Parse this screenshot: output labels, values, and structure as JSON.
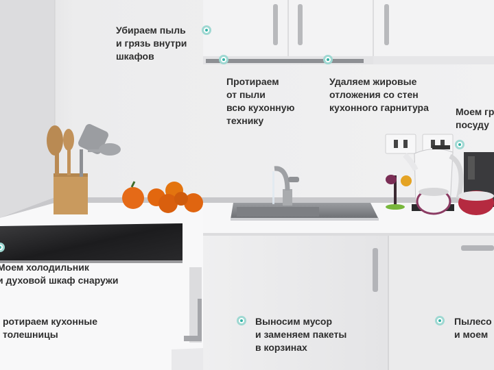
{
  "hotspots": [
    {
      "id": "cabinets-inside",
      "text": "Убираем пыль\nи грязь внутри\nшкафов"
    },
    {
      "id": "appliances",
      "text": "Протираем\nот пыли\nвсю кухонную\nтехнику"
    },
    {
      "id": "grease",
      "text": "Удаляем жировые\nотложения со стен\nкухонного гарнитура"
    },
    {
      "id": "dishes",
      "text": "Моем гр\nпосуду"
    },
    {
      "id": "fridge-oven",
      "text": "Моем холодильник\nи духовой шкаф снаружи"
    },
    {
      "id": "countertops",
      "text": "ротираем кухонные\nтолешницы"
    },
    {
      "id": "trash",
      "text": "Выносим мусор\nи заменяем пакеты\nв корзинах"
    },
    {
      "id": "floor",
      "text": "Пылесо\nи моем"
    }
  ],
  "colors": {
    "accent": "#33b3a6",
    "text": "#2e2e2e"
  }
}
